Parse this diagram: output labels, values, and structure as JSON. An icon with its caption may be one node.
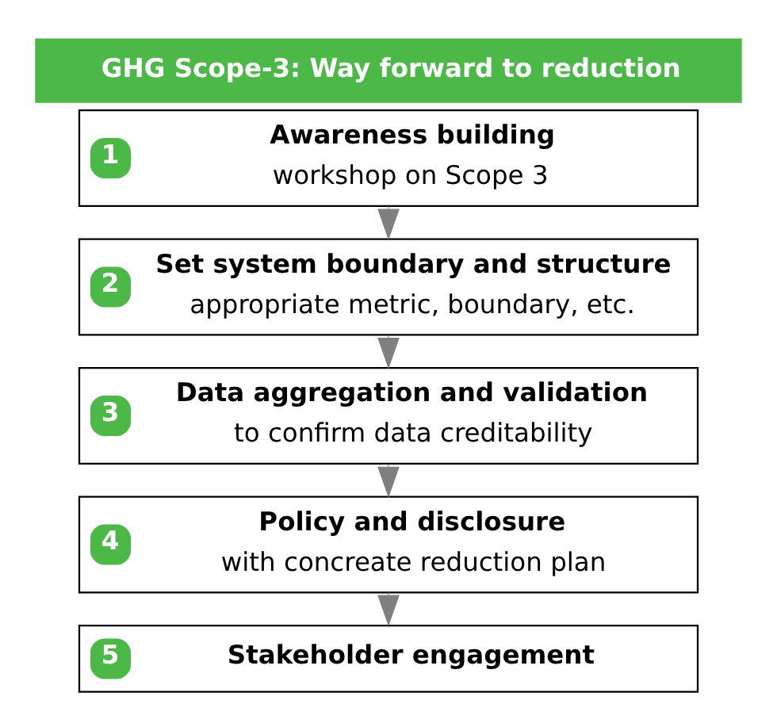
{
  "diagram": {
    "title": "GHG Scope-3: Way forward to reduction",
    "nodes": [
      {
        "text": [
          "1",
          "Awareness building",
          "workshop on Scope 3"
        ]
      },
      {
        "text": [
          "2",
          "Set system boundary and structure",
          "appropriate metric, boundary, etc."
        ]
      },
      {
        "text": [
          "3",
          "Data aggregation and validation",
          "to confirm data creditability"
        ]
      },
      {
        "text": [
          "4",
          "Policy and disclosure",
          "with concreate reduction plan"
        ]
      },
      {
        "text": [
          "5",
          "Stakeholder engagement"
        ]
      }
    ],
    "edges": [
      {
        "from": 0,
        "to": 1,
        "arrow": "to",
        "color": "#7f7f7f"
      },
      {
        "from": 1,
        "to": 2,
        "arrow": "to",
        "color": "#7f7f7f"
      },
      {
        "from": 2,
        "to": 3,
        "arrow": "to",
        "color": "#7f7f7f"
      },
      {
        "from": 3,
        "to": 4,
        "arrow": "to",
        "color": "#7f7f7f"
      }
    ]
  }
}
